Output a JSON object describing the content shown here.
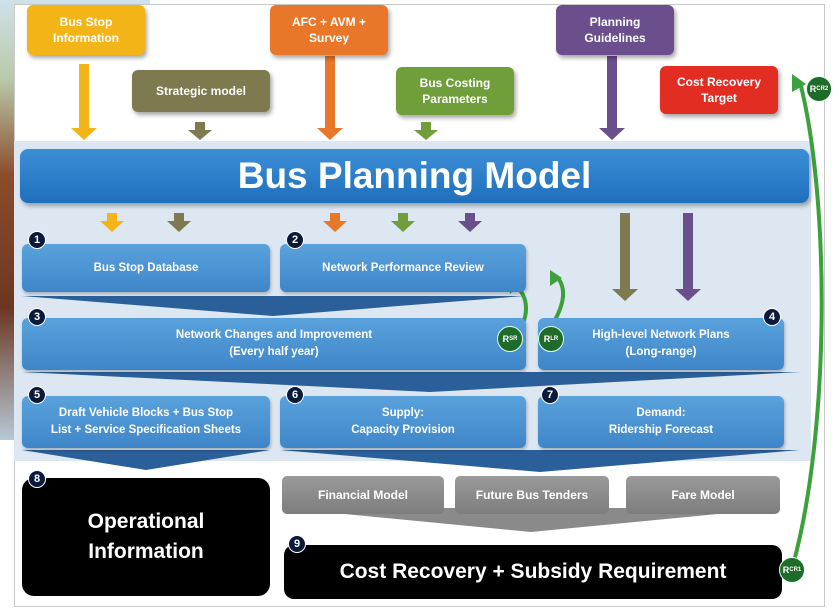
{
  "sources": {
    "bus_stop_info": "Bus Stop\nInformation",
    "strategic_model": "Strategic model",
    "afc_avm_survey": "AFC + AVM +\nSurvey",
    "bus_costing": "Bus Costing\nParameters",
    "planning_guidelines": "Planning\nGuidelines",
    "cost_recovery_target": "Cost Recovery\nTarget"
  },
  "colors": {
    "bus_stop_info": "#f3b418",
    "strategic_model": "#7c7a4e",
    "afc_avm_survey": "#e8772a",
    "bus_costing": "#6f9e3a",
    "planning_guidelines": "#6b4f8c",
    "cost_recovery_target": "#e22d22",
    "band": "#1f6fbd",
    "box": "#3e86c8",
    "rbadge": "#1f6b2a"
  },
  "band": {
    "title": "Bus Planning Model"
  },
  "steps": {
    "s1": {
      "num": "1",
      "label": "Bus Stop Database"
    },
    "s2": {
      "num": "2",
      "label": "Network Performance Review"
    },
    "s3": {
      "num": "3",
      "label": "Network Changes and Improvement\n(Every half year)"
    },
    "s4": {
      "num": "4",
      "label": "High-level Network Plans\n(Long-range)"
    },
    "s5": {
      "num": "5",
      "label": "Draft Vehicle Blocks + Bus Stop\nList + Service Specification Sheets"
    },
    "s6": {
      "num": "6",
      "label": "Supply:\nCapacity Provision"
    },
    "s7": {
      "num": "7",
      "label": "Demand:\nRidership Forecast"
    },
    "s8": {
      "num": "8",
      "label": "Operational\nInformation"
    },
    "s9": {
      "num": "9",
      "label": "Cost Recovery + Subsidy Requirement"
    }
  },
  "models": {
    "financial": "Financial Model",
    "tenders": "Future Bus Tenders",
    "fare": "Fare Model"
  },
  "badges": {
    "rsr": {
      "main": "R",
      "sub": "SR"
    },
    "rlr": {
      "main": "R",
      "sub": "LR"
    },
    "rcr1": {
      "main": "R",
      "sub": "CR1"
    },
    "rcr2": {
      "main": "R",
      "sub": "CR2"
    }
  }
}
